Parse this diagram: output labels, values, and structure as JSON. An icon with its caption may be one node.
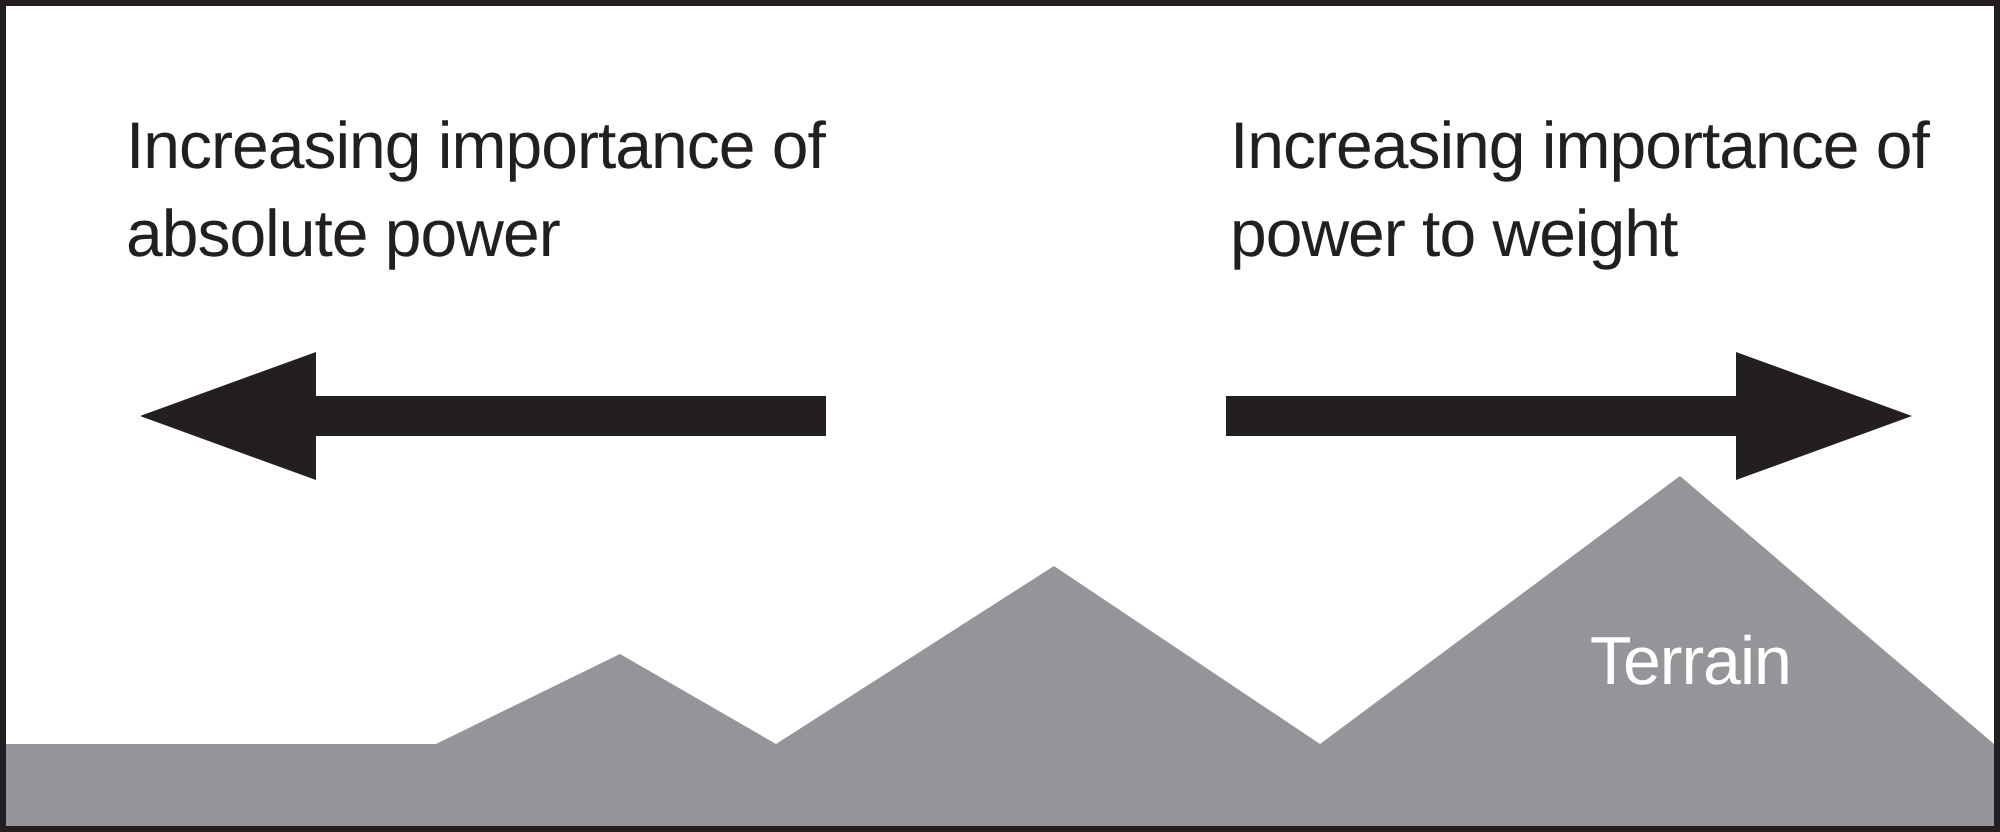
{
  "diagram": {
    "nodes": [
      {
        "text": [
          "Terrain"
        ]
      }
    ],
    "labels": [
      "Increasing importance of absolute power",
      "Increasing importance of power to weight"
    ]
  }
}
